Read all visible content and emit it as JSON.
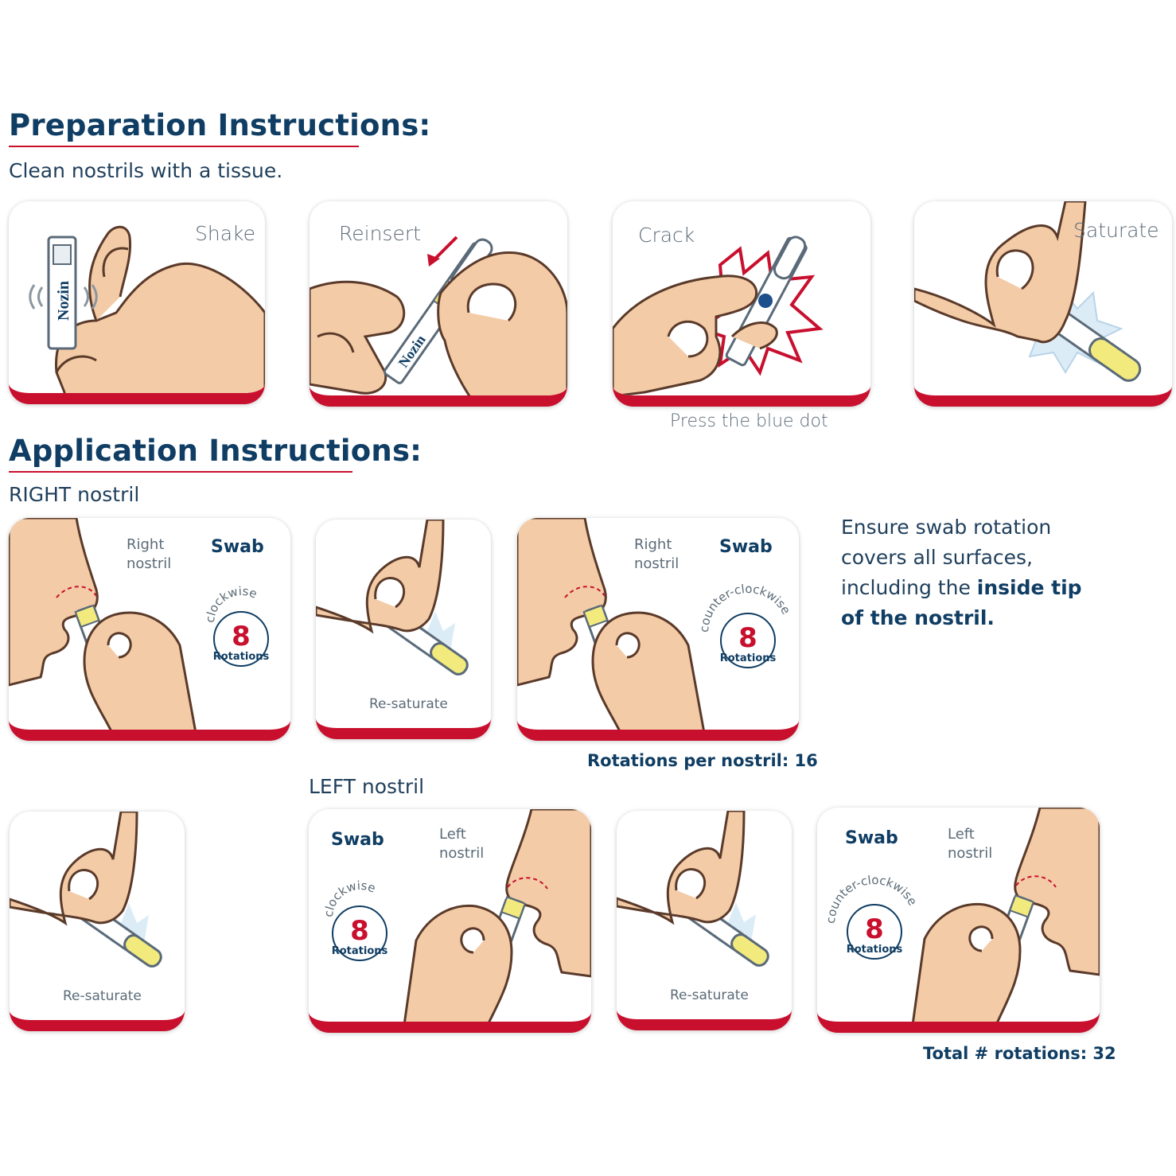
{
  "preparation": {
    "heading": "Preparation Instructions:",
    "subtext": "Clean nostrils with a tissue.",
    "steps": [
      {
        "label": "Shake"
      },
      {
        "label": "Reinsert"
      },
      {
        "label": "Crack",
        "caption": "Press the blue dot"
      },
      {
        "label": "Saturate"
      }
    ],
    "brand": "Nozin"
  },
  "application": {
    "heading": "Application Instructions:",
    "right_heading": "RIGHT nostril",
    "left_heading": "LEFT nostril",
    "swab_word": "Swab",
    "right_nostril_line1": "Right",
    "right_nostril_line2": "nostril",
    "left_nostril_line1": "Left",
    "left_nostril_line2": "nostril",
    "resaturate": "Re-saturate",
    "clockwise": "clockwise",
    "counter_clockwise": "counter-clockwise",
    "rotation_count": "8",
    "rotations_word": "Rotations",
    "per_nostril": "Rotations per nostril: 16",
    "total": "Total # rotations: 32",
    "note_part1": "Ensure swab rotation covers all surfaces, including the ",
    "note_bold": "inside tip of the nostril."
  },
  "colors": {
    "accent": "#c8102e",
    "navy": "#0f3d63",
    "skin": "#f3cba6",
    "swab_tip": "#f3ea7e",
    "blue_dot": "#1c4f8c"
  }
}
